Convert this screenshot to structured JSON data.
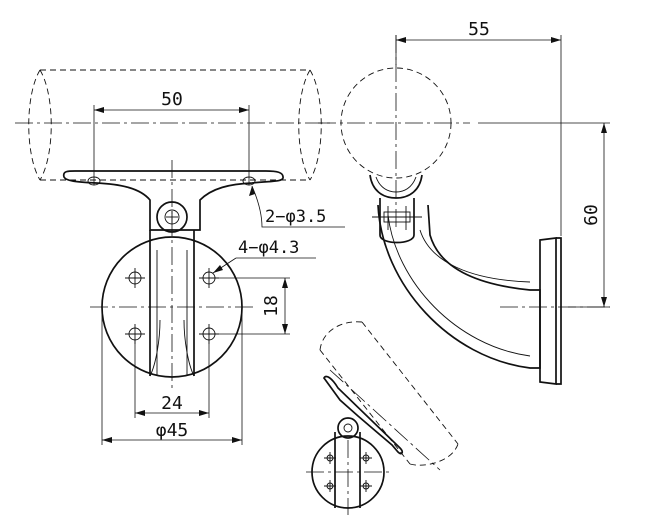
{
  "dimensions": {
    "top_width": "50",
    "side_width": "55",
    "side_height": "60",
    "hole_spacing_v": "18",
    "hole_spacing_h": "24",
    "plate_diameter": "φ45",
    "hole_callout_small": "2−φ3.5",
    "hole_callout_base": "4−φ4.3"
  }
}
